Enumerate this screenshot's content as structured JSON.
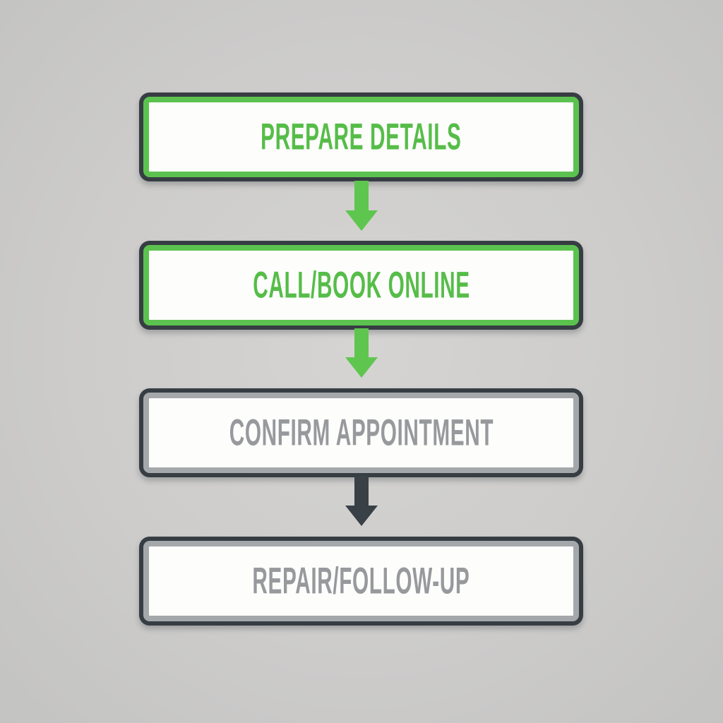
{
  "diagram": {
    "type": "flowchart",
    "direction": "top-down",
    "steps": [
      {
        "label": "PREPARE DETAILS",
        "state": "highlighted",
        "border_color": "#5cc24f",
        "text_color": "#56bd48"
      },
      {
        "label": "CALL/BOOK ONLINE",
        "state": "highlighted",
        "border_color": "#5cc24f",
        "text_color": "#56bd48"
      },
      {
        "label": "CONFIRM APPOINTMENT",
        "state": "normal",
        "border_color": "#a5a8ab",
        "text_color": "#97999c"
      },
      {
        "label": "REPAIR/FOLLOW-UP",
        "state": "normal",
        "border_color": "#a5a8ab",
        "text_color": "#97999c"
      }
    ],
    "arrows": [
      {
        "from": "PREPARE DETAILS",
        "to": "CALL/BOOK ONLINE",
        "color": "#5ec64f"
      },
      {
        "from": "CALL/BOOK ONLINE",
        "to": "CONFIRM APPOINTMENT",
        "color": "#5ec64f"
      },
      {
        "from": "CONFIRM APPOINTMENT",
        "to": "REPAIR/FOLLOW-UP",
        "color": "#394046"
      }
    ],
    "colors": {
      "background": "#cdcccb",
      "box_fill": "#fdfdfc",
      "box_outer_border": "#363d43",
      "accent_green": "#5cc24f",
      "muted_gray": "#a5a8ab"
    }
  }
}
